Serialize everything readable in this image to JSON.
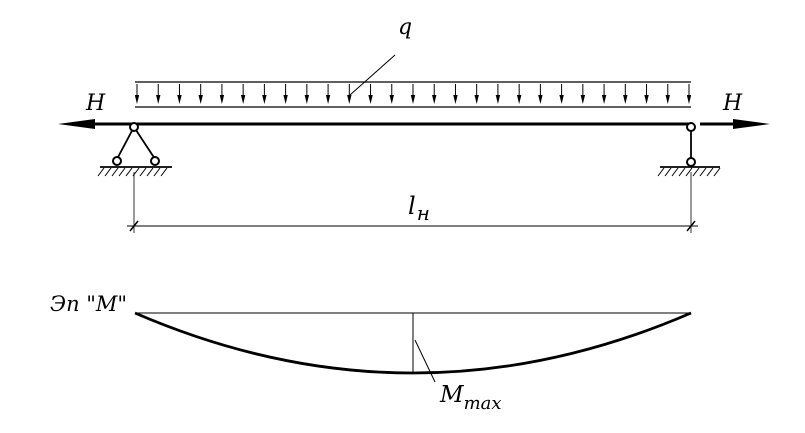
{
  "labels": {
    "load": "q",
    "force_left": "H",
    "force_right": "H",
    "span_main": "l",
    "span_sub": "н",
    "moment_diagram": "Эп \"М\"",
    "mmax_main": "M",
    "mmax_sub": "max"
  }
}
